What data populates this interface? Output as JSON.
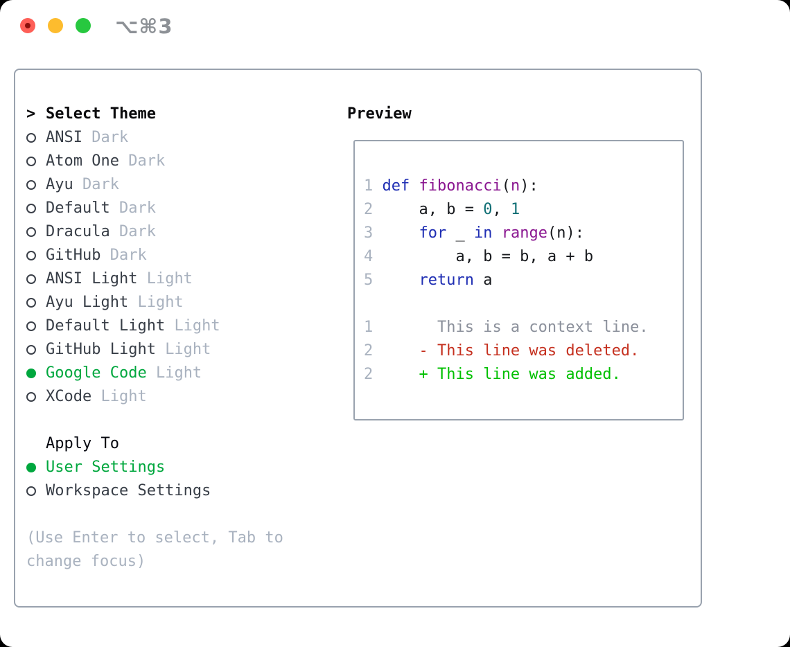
{
  "window": {
    "title": "⌥⌘3",
    "traffic_lights": [
      "close",
      "minimize",
      "zoom"
    ]
  },
  "sidebar": {
    "header_marker": ">",
    "header": "Select Theme",
    "themes": [
      {
        "name": "ANSI",
        "variant": "Dark",
        "selected": false
      },
      {
        "name": "Atom One",
        "variant": "Dark",
        "selected": false
      },
      {
        "name": "Ayu",
        "variant": "Dark",
        "selected": false
      },
      {
        "name": "Default",
        "variant": "Dark",
        "selected": false
      },
      {
        "name": "Dracula",
        "variant": "Dark",
        "selected": false
      },
      {
        "name": "GitHub",
        "variant": "Dark",
        "selected": false
      },
      {
        "name": "ANSI Light",
        "variant": "Light",
        "selected": false
      },
      {
        "name": "Ayu Light",
        "variant": "Light",
        "selected": false
      },
      {
        "name": "Default Light",
        "variant": "Light",
        "selected": false
      },
      {
        "name": "GitHub Light",
        "variant": "Light",
        "selected": false
      },
      {
        "name": "Google Code",
        "variant": "Light",
        "selected": true
      },
      {
        "name": "XCode",
        "variant": "Light",
        "selected": false
      }
    ],
    "apply_to_header": "Apply To",
    "apply_options": [
      {
        "label": "User Settings",
        "selected": true
      },
      {
        "label": "Workspace Settings",
        "selected": false
      }
    ],
    "help_lines": [
      "(Use Enter to select, Tab to",
      "change focus)"
    ]
  },
  "preview": {
    "header": "Preview",
    "lines": [
      [
        [
          "1 ",
          "num"
        ],
        [
          "def",
          "kwd"
        ],
        [
          " ",
          "plain"
        ],
        [
          "fibonacci",
          "fn"
        ],
        [
          "(",
          "plain"
        ],
        [
          "n",
          "fn"
        ],
        [
          "):",
          "plain"
        ]
      ],
      [
        [
          "2 ",
          "num"
        ],
        [
          "    a, b = ",
          "plain"
        ],
        [
          "0",
          "lit"
        ],
        [
          ", ",
          "plain"
        ],
        [
          "1",
          "lit"
        ]
      ],
      [
        [
          "3 ",
          "num"
        ],
        [
          "    ",
          "plain"
        ],
        [
          "for",
          "kwd"
        ],
        [
          " _ ",
          "plain"
        ],
        [
          "in",
          "kwd"
        ],
        [
          " ",
          "plain"
        ],
        [
          "range",
          "fn"
        ],
        [
          "(n):",
          "plain"
        ]
      ],
      [
        [
          "4 ",
          "num"
        ],
        [
          "        a, b = b, a + b",
          "plain"
        ]
      ],
      [
        [
          "5 ",
          "num"
        ],
        [
          "    ",
          "plain"
        ],
        [
          "return",
          "kwd"
        ],
        [
          " a",
          "plain"
        ]
      ],
      [],
      [
        [
          "1",
          "num"
        ],
        [
          "       ",
          "plain"
        ],
        [
          "This is a context line.",
          "ctx"
        ]
      ],
      [
        [
          "2",
          "num"
        ],
        [
          "     ",
          "plain"
        ],
        [
          "- This line was deleted.",
          "del"
        ]
      ],
      [
        [
          "2",
          "num"
        ],
        [
          "     ",
          "plain"
        ],
        [
          "+ This line was added.",
          "add"
        ]
      ]
    ]
  },
  "colors": {
    "accent": "#00a73e",
    "text": "#383e47",
    "muted": "#a9b2bf",
    "heading": "#0a0a0c",
    "border": "#99a2ae",
    "title_gray": "#8d9196",
    "traffic_red": "#fe5f57",
    "traffic_yellow": "#fdbc2e",
    "traffic_green": "#27c83f",
    "num": "#a9b2bf",
    "kwd": "#1f2eb3",
    "fn": "#8a1690",
    "lit": "#0e6e74",
    "plain": "#17191d",
    "ctx": "#8b909b",
    "del": "#c5301f",
    "add": "#00c000"
  }
}
